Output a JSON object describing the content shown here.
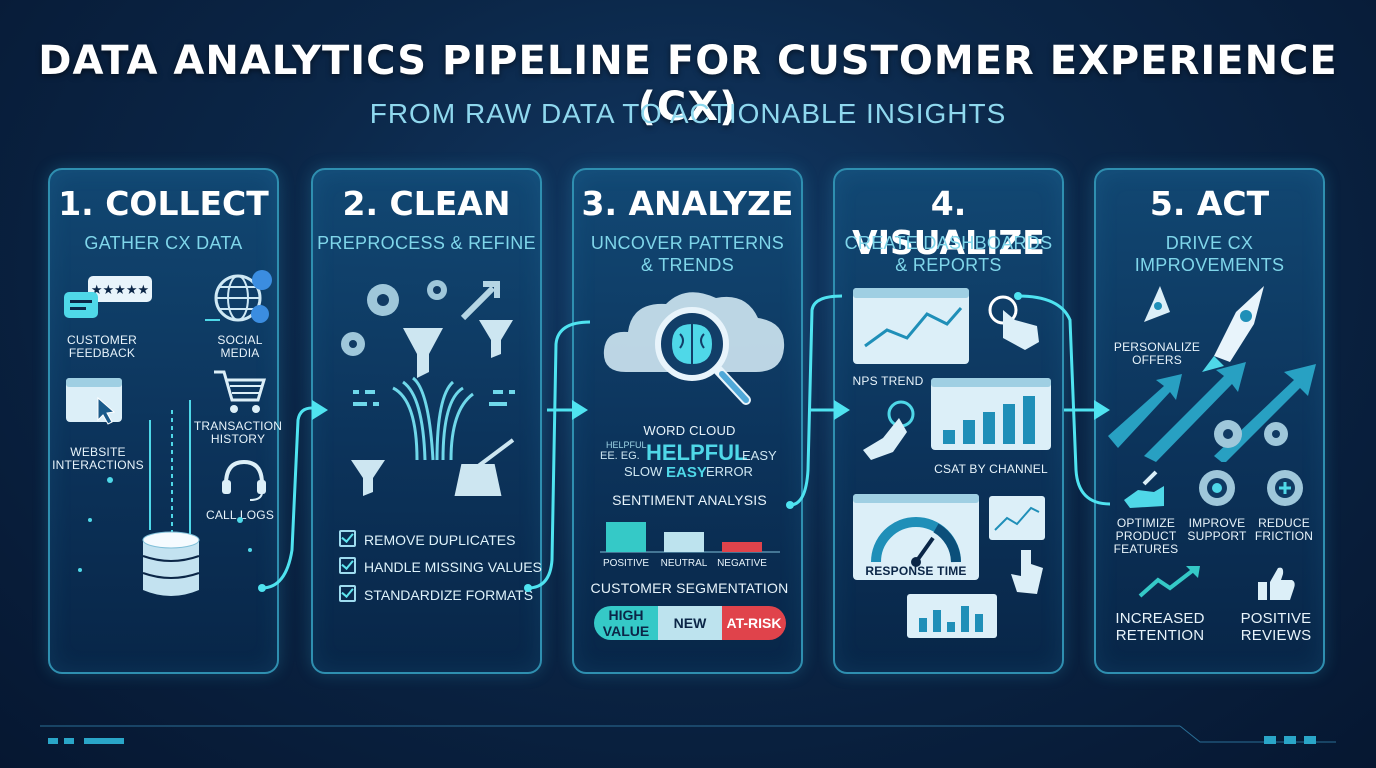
{
  "header": {
    "title": "DATA ANALYTICS PIPELINE FOR CUSTOMER EXPERIENCE (CX)",
    "subtitle": "FROM RAW DATA TO ACTIONABLE INSIGHTS"
  },
  "colors": {
    "accent": "#4fe3f0",
    "panel_border": "#2f8fb0",
    "background": "#0b2647",
    "negative": "#e0434b"
  },
  "steps": [
    {
      "title": "1. COLLECT",
      "subtitle": "GATHER CX DATA",
      "sources": [
        "CUSTOMER FEEDBACK",
        "SOCIAL MEDIA",
        "WEBSITE INTERACTIONS",
        "TRANSACTION HISTORY",
        "CALL LOGS"
      ],
      "icons": [
        "chat-review-icon",
        "globe-social-icon",
        "browser-cursor-icon",
        "shopping-cart-icon",
        "headset-icon",
        "database-icon"
      ]
    },
    {
      "title": "2. CLEAN",
      "subtitle": "PREPROCESS & REFINE",
      "tasks": [
        "REMOVE DUPLICATES",
        "HANDLE MISSING VALUES",
        "STANDARDIZE FORMATS"
      ],
      "icons": [
        "gears-icon",
        "funnel-icon",
        "wrench-icon",
        "brush-icon"
      ]
    },
    {
      "title": "3. ANALYZE",
      "subtitle_lines": [
        "UNCOVER PATTERNS",
        "& TRENDS"
      ],
      "word_cloud": {
        "label": "WORD CLOUD",
        "words": [
          "HELPFUL",
          "EE. EG.",
          "HELPFUL",
          "EASY",
          "SLOW",
          "EASY",
          "ERROR"
        ]
      },
      "sentiment": {
        "label": "SENTIMENT ANALYSIS",
        "bars": [
          {
            "name": "POSITIVE",
            "value": 3
          },
          {
            "name": "NEUTRAL",
            "value": 2
          },
          {
            "name": "NEGATIVE",
            "value": 1
          }
        ]
      },
      "segmentation": {
        "label": "CUSTOMER SEGMENTATION",
        "segments": [
          "HIGH VALUE",
          "NEW",
          "AT-RISK"
        ]
      }
    },
    {
      "title": "4. VISUALIZE",
      "subtitle_lines": [
        "CREATE DASHBOARDS",
        "& REPORTS"
      ],
      "dashboards": [
        "NPS TREND",
        "CSAT BY CHANNEL",
        "RESPONSE TIME"
      ]
    },
    {
      "title": "5. ACT",
      "subtitle": "DRIVE CX IMPROVEMENTS",
      "actions": [
        "PERSONALIZE OFFERS",
        "OPTIMIZE PRODUCT FEATURES",
        "IMPROVE SUPPORT",
        "REDUCE FRICTION"
      ],
      "outcomes": [
        "INCREASED RETENTION",
        "POSITIVE REVIEWS"
      ]
    }
  ]
}
